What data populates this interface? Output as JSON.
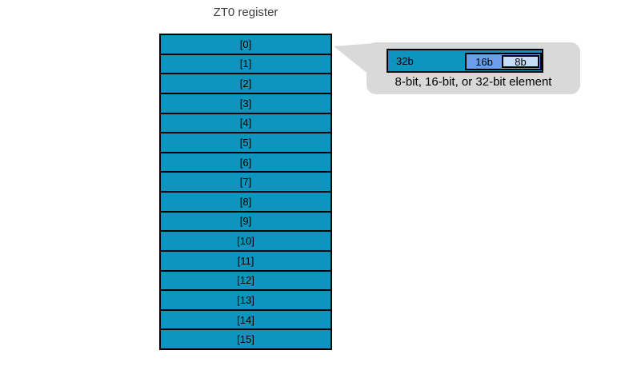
{
  "title": "ZT0 register",
  "register": {
    "rows": [
      "[0]",
      "[1]",
      "[2]",
      "[3]",
      "[4]",
      "[5]",
      "[6]",
      "[7]",
      "[8]",
      "[9]",
      "[10]",
      "[11]",
      "[12]",
      "[13]",
      "[14]",
      "[15]"
    ]
  },
  "callout": {
    "segments": [
      {
        "label": "32b",
        "color": "#0E95BF"
      },
      {
        "label": "16b",
        "color": "#6D9EEB"
      },
      {
        "label": "8b",
        "color": "#C7DCF7"
      }
    ],
    "caption": "8-bit, 16-bit, or 32-bit element"
  },
  "colors": {
    "register_fill": "#0E95BF",
    "border": "#000000",
    "callout_background": "#D9D9D9",
    "title_text": "#404040"
  }
}
